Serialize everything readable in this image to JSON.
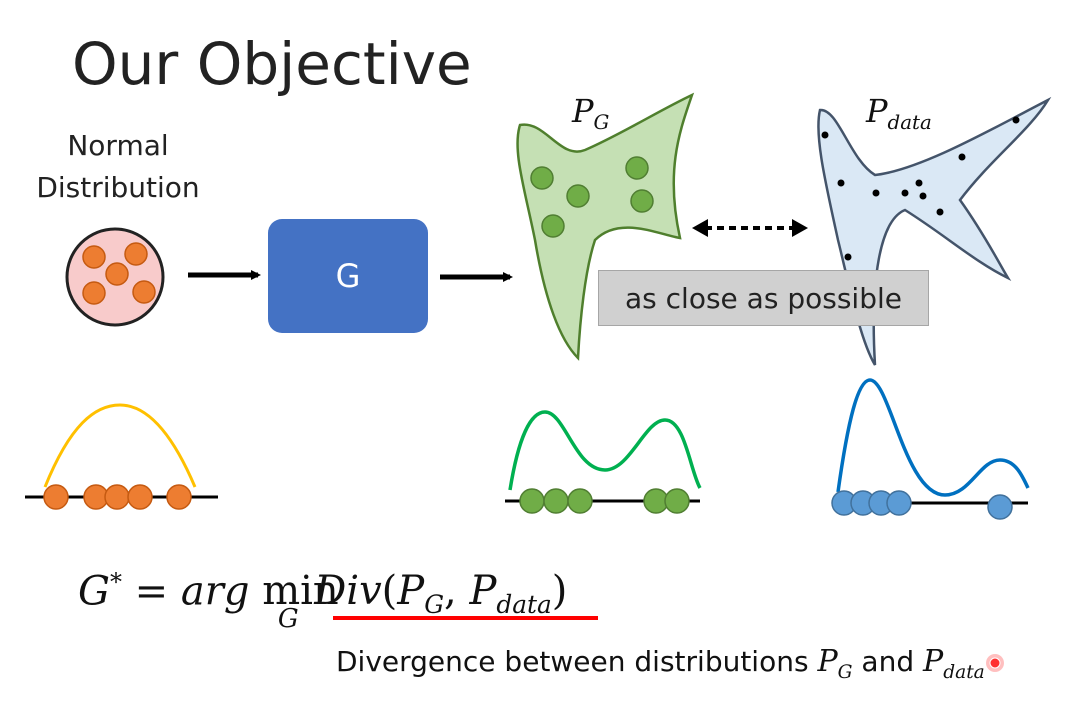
{
  "slide": {
    "title": "Our Objective",
    "normal_label_line1": "Normal",
    "normal_label_line2": "Distribution",
    "generator_label": "G",
    "pg_symbol": "P",
    "pg_subscript": "G",
    "pdata_symbol": "P",
    "pdata_subscript": "data",
    "close_label": "as close as possible",
    "formula": {
      "lhs": "G",
      "star": "*",
      "equals": "=",
      "argmin_text": "arg",
      "min_text": "min",
      "min_subscript": "G",
      "div_text": "Div",
      "open_paren": "(",
      "p1": "P",
      "p1_sub": "G",
      "comma": ",",
      "p2": "P",
      "p2_sub": "data",
      "close_paren": ")"
    },
    "caption": {
      "text_before": "Divergence between distributions",
      "p1": "P",
      "p1_sub": "G",
      "and_text": "and",
      "p2": "P",
      "p2_sub": "data"
    }
  },
  "colors": {
    "orange": "#ed7d31",
    "green": "#70ad47",
    "blue": "#5b9bd5",
    "generator_blue": "#4472c4",
    "yellow_curve": "#ffc000",
    "green_curve": "#00b050",
    "blue_curve": "#0070c0",
    "underline_red": "#ff0000"
  }
}
